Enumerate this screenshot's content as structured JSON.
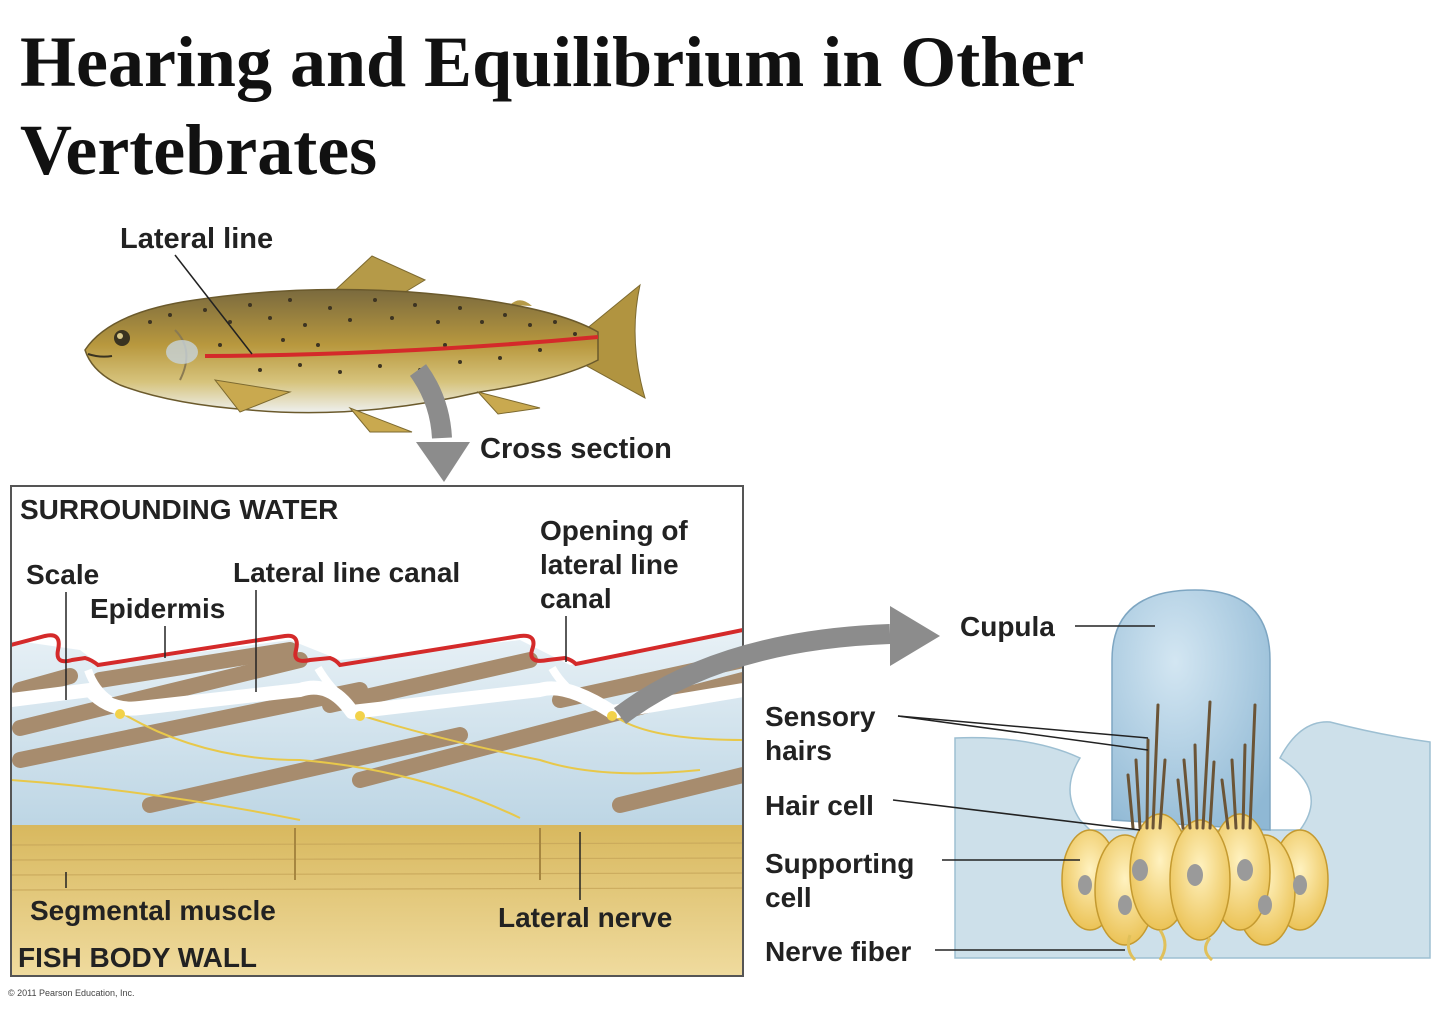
{
  "title": "Hearing and Equilibrium in Other Vertebrates",
  "fish": {
    "lateral_line_label": "Lateral line",
    "cross_section_label": "Cross section"
  },
  "cross_section": {
    "surrounding_water": "SURROUNDING WATER",
    "scale": "Scale",
    "epidermis": "Epidermis",
    "lateral_line_canal": "Lateral line canal",
    "opening_line1": "Opening of",
    "opening_line2": "lateral line",
    "opening_line3": "canal",
    "segmental_muscle": "Segmental muscle",
    "lateral_nerve": "Lateral nerve",
    "fish_body_wall": "FISH BODY WALL"
  },
  "neuromast": {
    "cupula": "Cupula",
    "sensory_hairs_1": "Sensory",
    "sensory_hairs_2": "hairs",
    "hair_cell": "Hair cell",
    "supporting_cell_1": "Supporting",
    "supporting_cell_2": "cell",
    "nerve_fiber": "Nerve fiber"
  },
  "copyright": "© 2011 Pearson Education, Inc.",
  "colors": {
    "lateral_line": "#d42a2a",
    "water": "#cfe0ea",
    "muscle": "#dcc27a",
    "cupula": "#a9cbe0",
    "hair_cell": "#f3d37a",
    "arrow": "#8c8c8c"
  }
}
